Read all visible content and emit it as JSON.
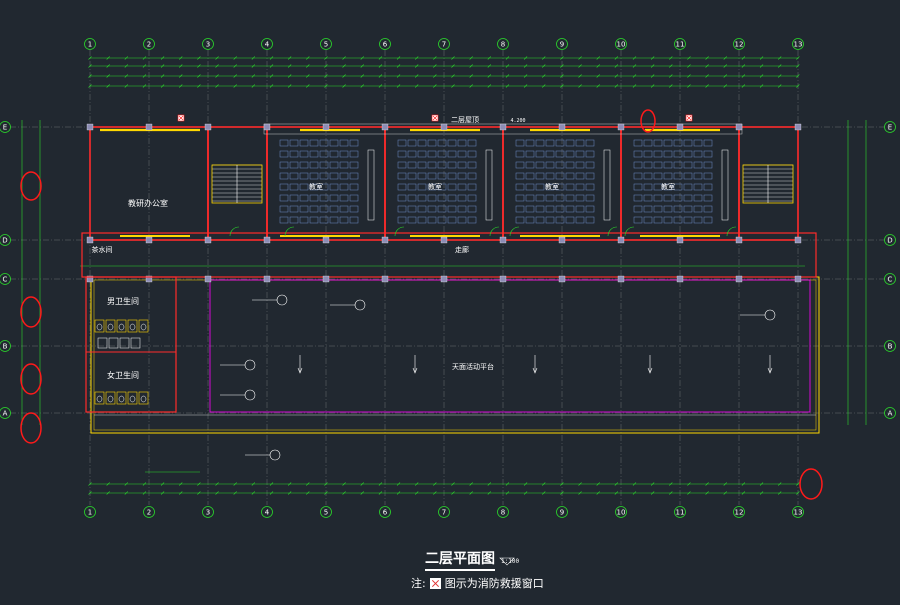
{
  "drawing": {
    "title": "二层平面图",
    "scale": "1:100",
    "elevation": "4.200",
    "note_prefix": "注:",
    "note_text": "图示为消防救援窗口",
    "colors": {
      "background": "#212830",
      "wall": "#ff2b2b",
      "window": "#ffd800",
      "dimension": "#2bd92b",
      "grid": "#c8c8c8",
      "column": "#8d8db5",
      "furniture": "#6e8cc8",
      "parapet": "#ffd800",
      "outline": "#ff00ff",
      "text": "#ffffff",
      "highlight": "#ff1a1a"
    }
  },
  "axes": {
    "columns": [
      "1",
      "2",
      "3",
      "4",
      "5",
      "6",
      "7",
      "8",
      "9",
      "10",
      "11",
      "12",
      "13"
    ],
    "rows": [
      "E",
      "D",
      "C",
      "B",
      "A"
    ]
  },
  "rooms": {
    "office": "教研办公室",
    "classrooms": [
      "教室",
      "教室",
      "教室",
      "教室"
    ],
    "water_room": "茶水间",
    "corridor": "走廊",
    "male_toilet": "男卫生间",
    "female_toilet": "女卫生间",
    "roof_platform": "天面活动平台",
    "roof_top": "二层屋顶"
  }
}
